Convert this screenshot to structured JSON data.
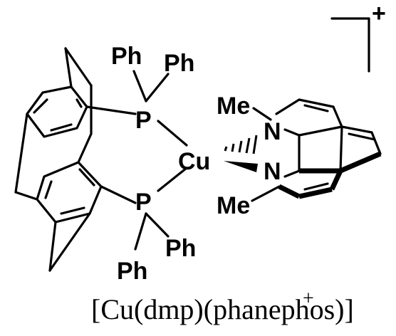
{
  "atoms": {
    "cu": "Cu",
    "p_top": "P",
    "p_bottom": "P",
    "n_top": "N",
    "n_bottom": "N",
    "me_top": "Me",
    "me_bottom": "Me",
    "ph_1": "Ph",
    "ph_2": "Ph",
    "ph_3": "Ph",
    "ph_4": "Ph"
  },
  "charge": "+",
  "caption": {
    "text": "[Cu(dmp)(phanephos)]",
    "superscript": "+"
  }
}
